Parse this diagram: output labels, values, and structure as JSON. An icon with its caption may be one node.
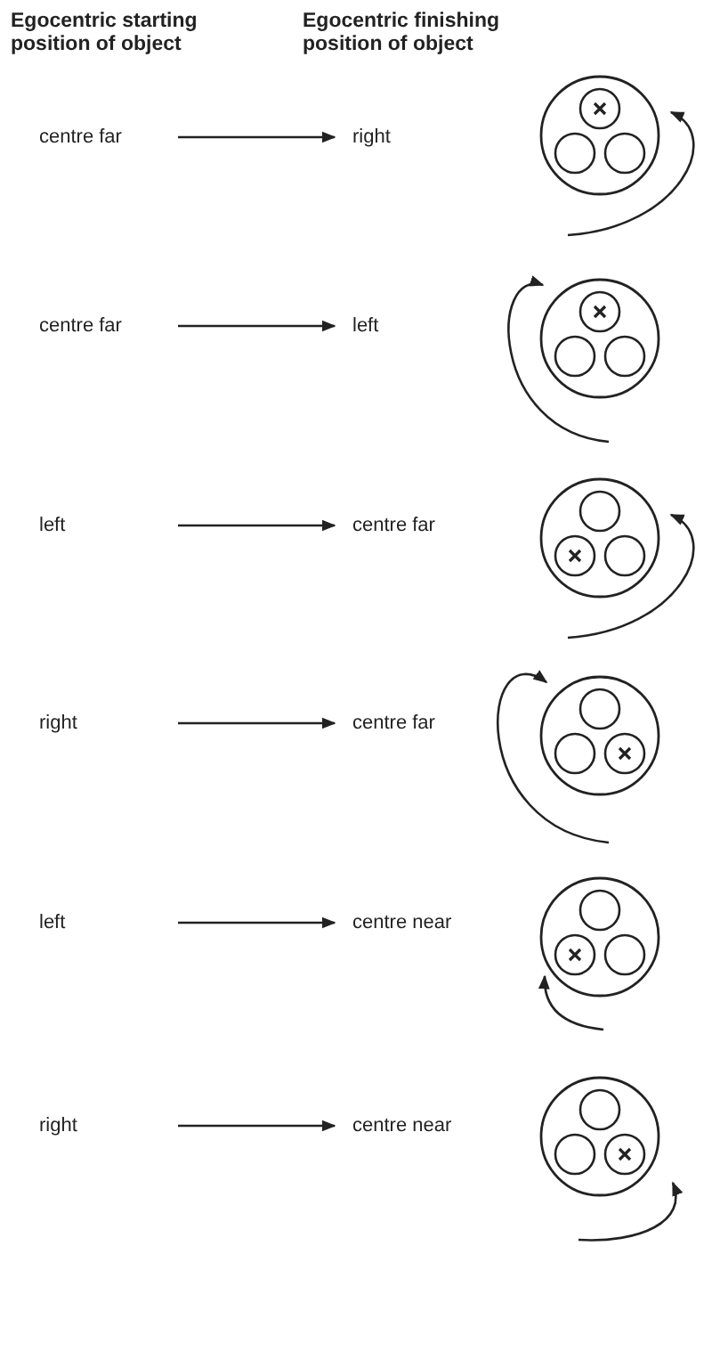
{
  "diagram": {
    "nodes": [
      {
        "text": [
          "centre far"
        ]
      },
      {
        "text": [
          "right"
        ]
      },
      {
        "text": [
          "centre far"
        ]
      },
      {
        "text": [
          "left"
        ]
      },
      {
        "text": [
          "left"
        ]
      },
      {
        "text": [
          "centre far"
        ]
      },
      {
        "text": [
          "right"
        ]
      },
      {
        "text": [
          "centre far"
        ]
      },
      {
        "text": [
          "left"
        ]
      },
      {
        "text": [
          "centre near"
        ]
      },
      {
        "text": [
          "right"
        ]
      },
      {
        "text": [
          "centre near"
        ]
      }
    ],
    "edges": [
      {
        "from": 0,
        "to": 1,
        "arrow": "to"
      },
      {
        "from": 2,
        "to": 3,
        "arrow": "to"
      },
      {
        "from": 4,
        "to": 5,
        "arrow": "to"
      },
      {
        "from": 6,
        "to": 7,
        "arrow": "to"
      },
      {
        "from": 8,
        "to": 9,
        "arrow": "to"
      },
      {
        "from": 10,
        "to": 11,
        "arrow": "to"
      }
    ],
    "labels": [
      "Egocentric starting position of object",
      "Egocentric finishing position of object"
    ]
  }
}
